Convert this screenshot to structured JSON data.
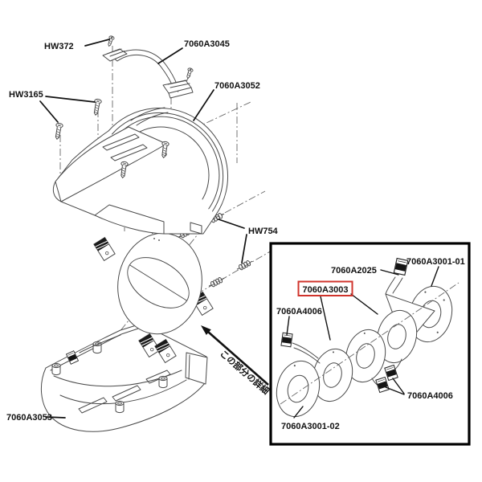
{
  "diagram": {
    "background_color": "#ffffff",
    "line_color": "#4a4a4a",
    "text_color": "#111111",
    "callouts": {
      "top_screw": "HW372",
      "strap": "7060A3045",
      "side_screws": "HW3165",
      "upper_housing": "7060A3052",
      "springs": "HW754",
      "lower_housing": "7060A3053"
    },
    "detail_note": "この部分の詳細",
    "inset": {
      "border_color": "#000000",
      "highlight_color": "#d0342c",
      "callouts": {
        "flex_cable": "7060A2025",
        "disc_front": "7060A3001-01",
        "highlighted_part": "7060A3003",
        "connector_upper": "7060A4006",
        "connector_lower": "7060A4006",
        "disc_rear": "7060A3001-02"
      }
    }
  }
}
